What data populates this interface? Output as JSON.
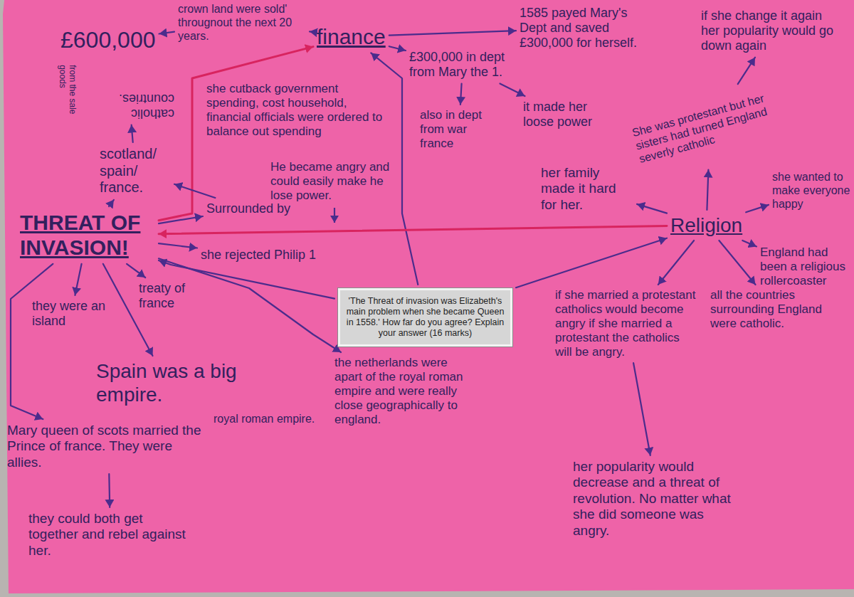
{
  "diagram": {
    "nodes": [
      {
        "text": [
          "crown land were sold' througnout the next 20 years."
        ]
      },
      {
        "text": [
          "1585 payed Mary's Dept and saved £300,000 for herself."
        ]
      },
      {
        "text": [
          "if she change it again her popularity would go down again"
        ]
      },
      {
        "text": [
          "finance"
        ]
      },
      {
        "text": [
          "£600,000"
        ]
      },
      {
        "text": [
          "£300,000 in dept from Mary the 1."
        ]
      },
      {
        "text": [
          "she cutback government spending, cost household, financial officials were ordered to balance out spending"
        ]
      },
      {
        "text": [
          "it made her loose power"
        ]
      },
      {
        "text": [
          "catholic countries."
        ]
      },
      {
        "text": [
          "She was protestant but her sisters had turned England severly catholic"
        ]
      },
      {
        "text": [
          "also in dept from war france"
        ]
      },
      {
        "text": [
          "scotland/ spain/ france."
        ]
      },
      {
        "text": [
          "she wanted to make everyone happy"
        ]
      },
      {
        "text": [
          "her family made it hard for her."
        ]
      },
      {
        "text": [
          "THREAT OF INVASION!"
        ]
      },
      {
        "text": [
          "Surrounded by"
        ]
      },
      {
        "text": [
          "Religion"
        ]
      },
      {
        "text": [
          "she rejected Philip 1"
        ]
      },
      {
        "text": [
          "England had been a religious rollercoaster"
        ]
      },
      {
        "text": [
          "treaty of france"
        ]
      },
      {
        "text": [
          "'The Threat of invasion was Elizabeth's main problem when she became Queen in 1558.' How far do you agree? Explain your answer (16 marks)"
        ]
      },
      {
        "text": [
          "if she married a protestant catholics would become angry if she married a protestant the catholics will be angry."
        ]
      },
      {
        "text": [
          "all the countries surrounding England were catholic."
        ]
      },
      {
        "text": [
          "they were an island"
        ]
      },
      {
        "text": [
          "Spain was a big empire."
        ]
      },
      {
        "text": [
          "the netherlands were apart of the royal roman empire and were really close geographically to england."
        ]
      },
      {
        "text": [
          "Mary queen of scots married the Prince of france. They were allies."
        ]
      },
      {
        "text": [
          "her popularity would decrease and a threat of revolution. No matter what she did someone was angry."
        ]
      },
      {
        "text": [
          "they could both get together and rebel against her."
        ]
      }
    ],
    "edges": [
      {
        "from": 3,
        "to": 0,
        "arrow": "to"
      },
      {
        "from": 0,
        "to": 4,
        "arrow": "to"
      },
      {
        "from": 3,
        "to": 1,
        "arrow": "to"
      },
      {
        "from": 3,
        "to": 5,
        "arrow": "to"
      },
      {
        "from": 5,
        "to": 10,
        "arrow": "to"
      },
      {
        "from": 5,
        "to": 7,
        "arrow": "to"
      },
      {
        "from": 14,
        "to": 3,
        "arrow": "to"
      },
      {
        "from": 20,
        "to": 3,
        "arrow": "to"
      },
      {
        "from": 14,
        "to": 11,
        "arrow": "to"
      },
      {
        "from": 11,
        "to": 8,
        "arrow": "to"
      },
      {
        "from": 15,
        "to": 11,
        "arrow": "to"
      },
      {
        "from": 14,
        "to": 15,
        "arrow": "to"
      },
      {
        "from": 14,
        "to": 17,
        "arrow": "to"
      },
      {
        "from": 14,
        "to": 19,
        "arrow": "to"
      },
      {
        "from": 14,
        "to": 23,
        "arrow": "to"
      },
      {
        "from": 14,
        "to": 24,
        "arrow": "to"
      },
      {
        "from": 14,
        "to": 25,
        "arrow": "to"
      },
      {
        "from": 14,
        "to": 26,
        "arrow": "to"
      },
      {
        "from": 26,
        "to": 28,
        "arrow": "to"
      },
      {
        "from": 20,
        "to": 14,
        "arrow": "to"
      },
      {
        "from": 20,
        "to": 16,
        "arrow": "to"
      },
      {
        "from": 16,
        "to": 14,
        "arrow": "to"
      },
      {
        "from": 16,
        "to": 9,
        "arrow": "to"
      },
      {
        "from": 9,
        "to": 2,
        "arrow": "to"
      },
      {
        "from": 16,
        "to": 12,
        "arrow": "to"
      },
      {
        "from": 16,
        "to": 13,
        "arrow": "to"
      },
      {
        "from": 16,
        "to": 18,
        "arrow": "to"
      },
      {
        "from": 16,
        "to": 22,
        "arrow": "to"
      },
      {
        "from": 16,
        "to": 21,
        "arrow": "to"
      },
      {
        "from": 21,
        "to": 27,
        "arrow": "to"
      }
    ],
    "labels": [
      "from the sale goods",
      "He became angry and could easily make he lose power.",
      "royal roman empire."
    ]
  }
}
